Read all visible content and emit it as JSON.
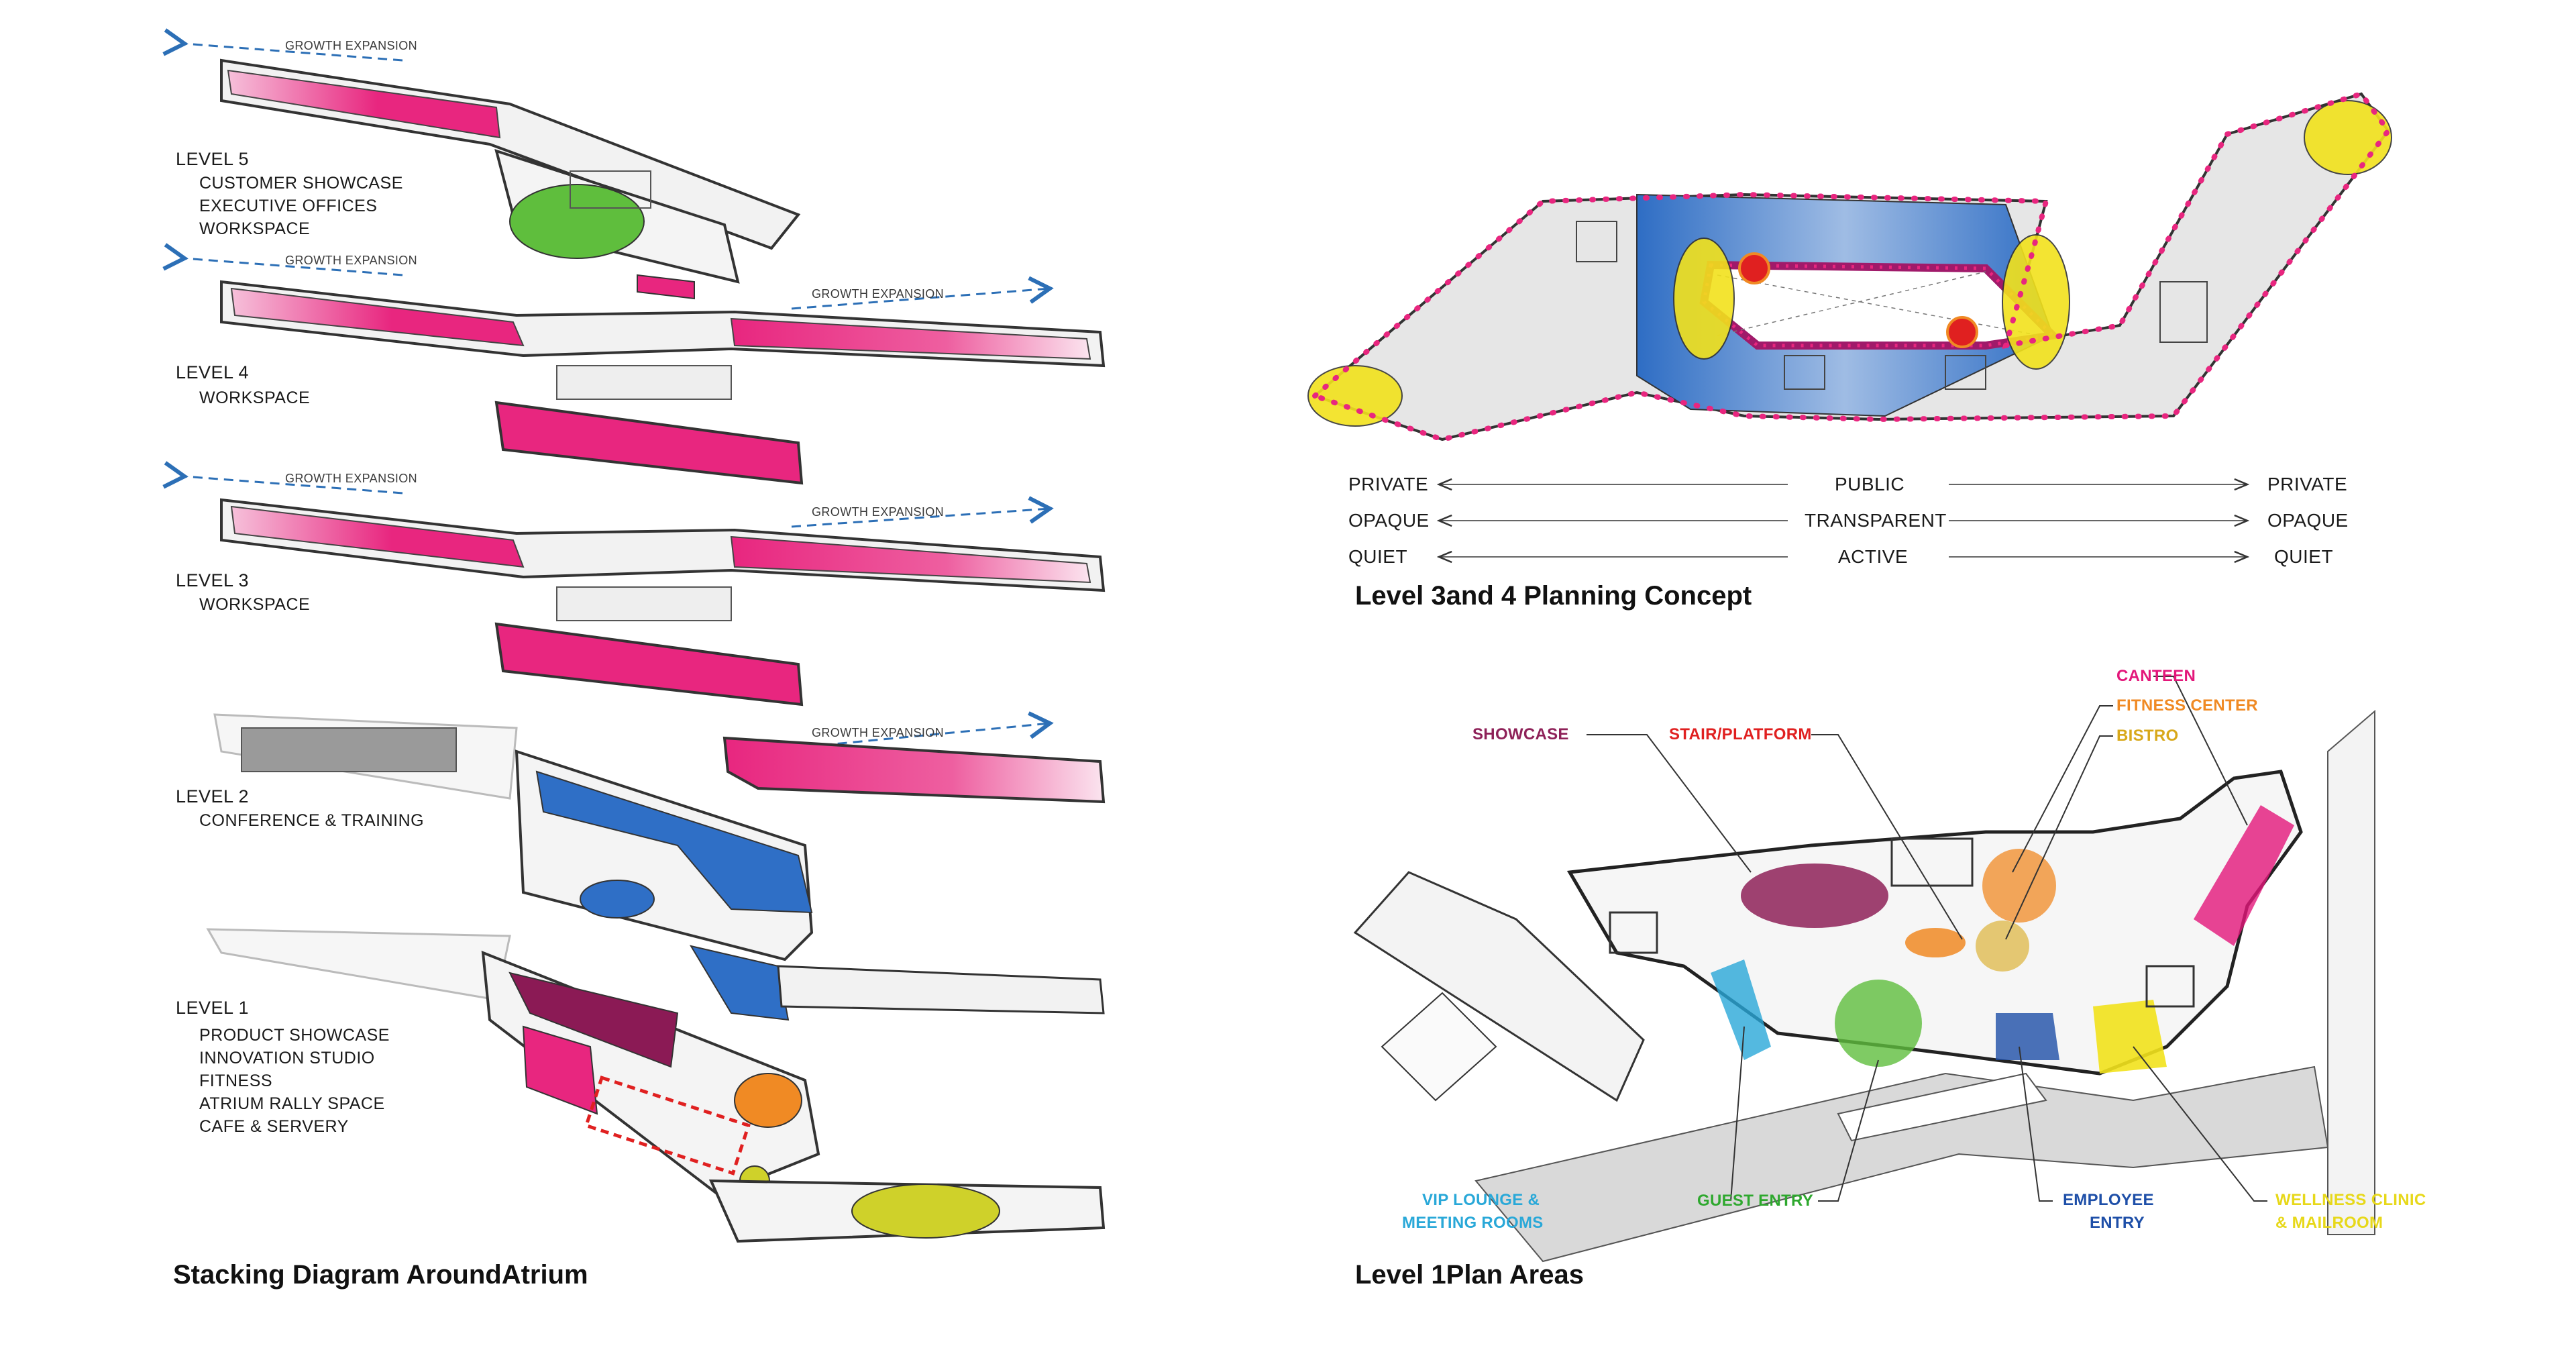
{
  "colors": {
    "workspace_magenta": "#e8267f",
    "workspace_pink_light": "#f7c6dc",
    "conference_blue": "#2f6fc6",
    "showcase_green": "#5fbe3d",
    "plum": "#8b1a55",
    "fitness_orange": "#f08a24",
    "cafe_yellow": "#cfd12a",
    "stair_red": "#e02020",
    "vip_cyan": "#29a8d8",
    "canteen_magenta": "#e3177a",
    "bistro_gold": "#d8a81a",
    "wellness_yellow": "#f2e21c",
    "employee_blue": "#1e4fa8",
    "guest_green": "#2ea82e",
    "showcase_plum": "#8e2158",
    "arrow_blue": "#2c6fb6"
  },
  "stacking": {
    "growth_label": "GROWTH EXPANSION",
    "levels": [
      {
        "title": "LEVEL 5",
        "programs": [
          "CUSTOMER SHOWCASE",
          "EXECUTIVE OFFICES",
          "WORKSPACE"
        ]
      },
      {
        "title": "LEVEL 4",
        "programs": [
          "WORKSPACE"
        ]
      },
      {
        "title": "LEVEL 3",
        "programs": [
          "WORKSPACE"
        ]
      },
      {
        "title": "LEVEL 2",
        "programs": [
          "CONFERENCE & TRAINING"
        ]
      },
      {
        "title": "LEVEL 1",
        "programs": [
          "PRODUCT SHOWCASE",
          "INNOVATION STUDIO",
          "FITNESS",
          "ATRIUM RALLY SPACE",
          "CAFE & SERVERY"
        ]
      }
    ],
    "caption": "Stacking Diagram AroundAtrium"
  },
  "concept": {
    "rows": [
      {
        "left": "PRIVATE",
        "center": "PUBLIC",
        "right": "PRIVATE"
      },
      {
        "left": "OPAQUE",
        "center": "TRANSPARENT",
        "right": "OPAQUE"
      },
      {
        "left": "QUIET",
        "center": "ACTIVE",
        "right": "QUIET"
      }
    ],
    "caption": "Level 3and 4 Planning Concept"
  },
  "plan": {
    "labels": {
      "showcase": "SHOWCASE",
      "stair": "STAIR/PLATFORM",
      "canteen": "CANTEEN",
      "fitness": "FITNESS CENTER",
      "bistro": "BISTRO",
      "vip_1": "VIP LOUNGE &",
      "vip_2": "MEETING ROOMS",
      "guest": "GUEST ENTRY",
      "employee_1": "EMPLOYEE",
      "employee_2": "ENTRY",
      "wellness_1": "WELLNESS CLINIC",
      "wellness_2": "& MAILROOM"
    },
    "caption": "Level 1Plan Areas"
  }
}
